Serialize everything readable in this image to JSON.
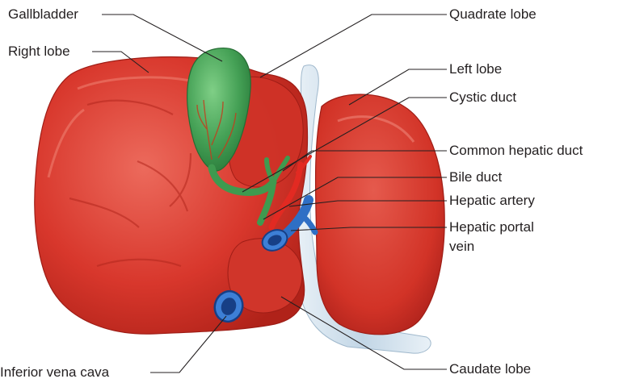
{
  "labels": {
    "gallbladder": "Gallbladder",
    "right_lobe": "Right lobe",
    "quadrate_lobe": "Quadrate lobe",
    "left_lobe": "Left lobe",
    "cystic_duct": "Cystic duct",
    "common_hepatic_duct": "Common hepatic duct",
    "bile_duct": "Bile duct",
    "hepatic_artery": "Hepatic artery",
    "hepatic_portal_vein_line1": "Hepatic portal",
    "hepatic_portal_vein_line2": "vein",
    "inferior_vena_cava": "Inferior vena cava",
    "caudate_lobe": "Caudate lobe"
  },
  "colors": {
    "liver": "#d8372c",
    "liver_dark": "#a81f18",
    "liver_light": "#e9655a",
    "gallbladder": "#4fae5f",
    "gallbladder_dark": "#2c7d3c",
    "artery": "#e22a22",
    "vein": "#2f6fc5",
    "vein_dark": "#173f86",
    "ligament": "#cfe0ec",
    "leader_line": "#231f20"
  }
}
